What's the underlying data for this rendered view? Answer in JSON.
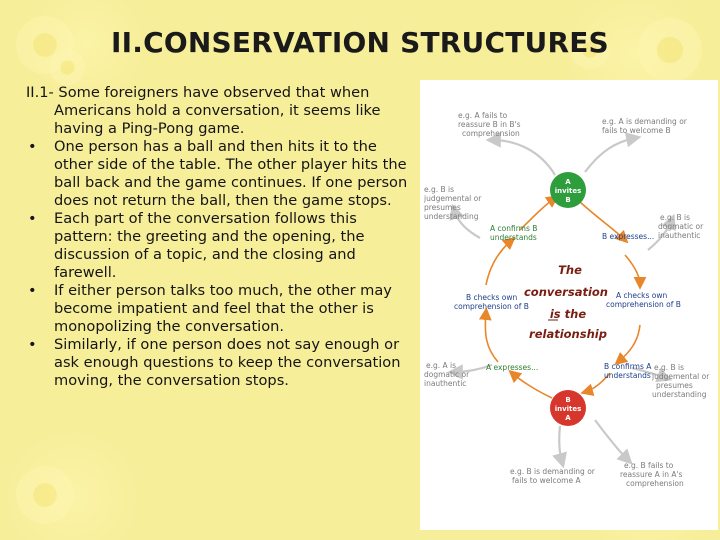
{
  "slide": {
    "title": "II.CONSERVATION STRUCTURES",
    "intro": "II.1- Some foreigners have observed that when Americans hold a conversation, it seems like having a Ping-Pong game.",
    "bullets": [
      "One person has a ball and then hits it to the other side of the table. The other player hits the ball back and the game continues. If one person does not return the ball, then the game stops.",
      "Each part of the conversation follows this pattern: the greeting and the opening, the discussion of a topic, and the closing and farewell.",
      "If either person talks too much, the other may become impatient and feel that the other is monopolizing the conversation.",
      "Similarly, if one person does not say enough or ask enough questions to keep the conversation moving, the conversation stops."
    ],
    "bullet_glyph": "•"
  },
  "diagram": {
    "center": [
      "The",
      "conversation",
      "is the",
      "relationship"
    ],
    "node_top": [
      "A",
      "invites",
      "B"
    ],
    "node_bottom": [
      "B",
      "invites",
      "A"
    ],
    "steps": {
      "b_expresses": "B expresses...",
      "a_checks": [
        "A checks own",
        "comprehension of B"
      ],
      "b_confirms": [
        "B confirms A",
        "understands"
      ],
      "a_expresses": "A expresses...",
      "b_checks": [
        "B checks own",
        "comprehension of B"
      ],
      "a_confirms": [
        "A confirms B",
        "understands"
      ]
    },
    "examples": {
      "top": [
        "e.g. A fails to",
        "reassure B in B's",
        "comprehension"
      ],
      "top_right": [
        "e.g. A is demanding or",
        "fails to welcome B"
      ],
      "right_upper": [
        "e.g. B is",
        "dogmatic or",
        "inauthentic"
      ],
      "right_lower": [
        "e.g. B is",
        "judgemental or",
        "presumes",
        "understanding"
      ],
      "bottom_right": [
        "e.g. B fails to",
        "reassure A in A's",
        "comprehension"
      ],
      "bottom": [
        "e.g. B is demanding or",
        "fails to welcome A"
      ],
      "left_lower": [
        "e.g. A is",
        "dogmatic or",
        "inauthentic"
      ],
      "left_upper": [
        "e.g. B is",
        "judgemental or",
        "presumes",
        "understanding"
      ]
    },
    "colors": {
      "node_top": "#2e9e3c",
      "node_bottom": "#d6362b",
      "arrow": "#d8d8d8",
      "green_text": "#2f7d32",
      "blue_text": "#1e3f8a",
      "center_text": "#7a1e12"
    }
  }
}
